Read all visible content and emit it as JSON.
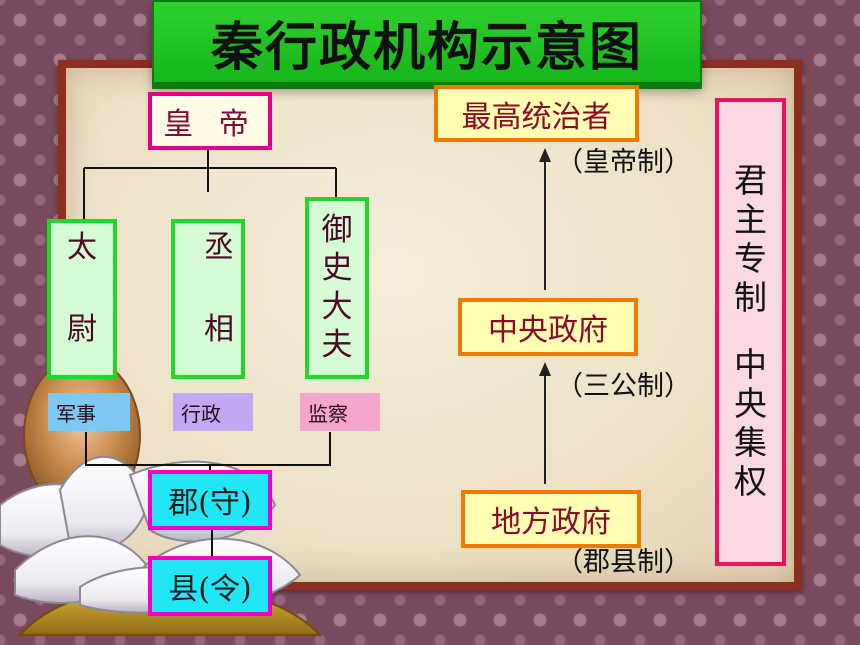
{
  "title": "秦行政机构示意图",
  "left_diagram": {
    "emperor": "皇 帝",
    "officials": [
      {
        "id": "taiwei",
        "chars": [
          "太",
          "尉"
        ],
        "duty": "军事"
      },
      {
        "id": "chengxiang",
        "chars": [
          "丞",
          "相"
        ],
        "duty": "行政"
      },
      {
        "id": "yushi",
        "chars": [
          "御",
          "史",
          "大",
          "夫"
        ],
        "duty": "监察"
      }
    ],
    "commandery": "郡(守)",
    "county": "县(令)"
  },
  "right_diagram": {
    "levels": [
      {
        "label": "最高统治者",
        "note": "（皇帝制）"
      },
      {
        "label": "中央政府",
        "note": "（三公制）"
      },
      {
        "label": "地方政府",
        "note": "（郡县制）"
      }
    ]
  },
  "summary": {
    "top": [
      "君",
      "主",
      "专",
      "制"
    ],
    "bottom": [
      "中",
      "央",
      "集",
      "权"
    ]
  },
  "colors": {
    "board_frame": "#8d2f1f",
    "banner": "#1fc522",
    "magenta": "#e0008a",
    "green": "#22d62a",
    "orange": "#f07a00",
    "cyan": "#21e6f5",
    "summary_border": "#f01060"
  }
}
